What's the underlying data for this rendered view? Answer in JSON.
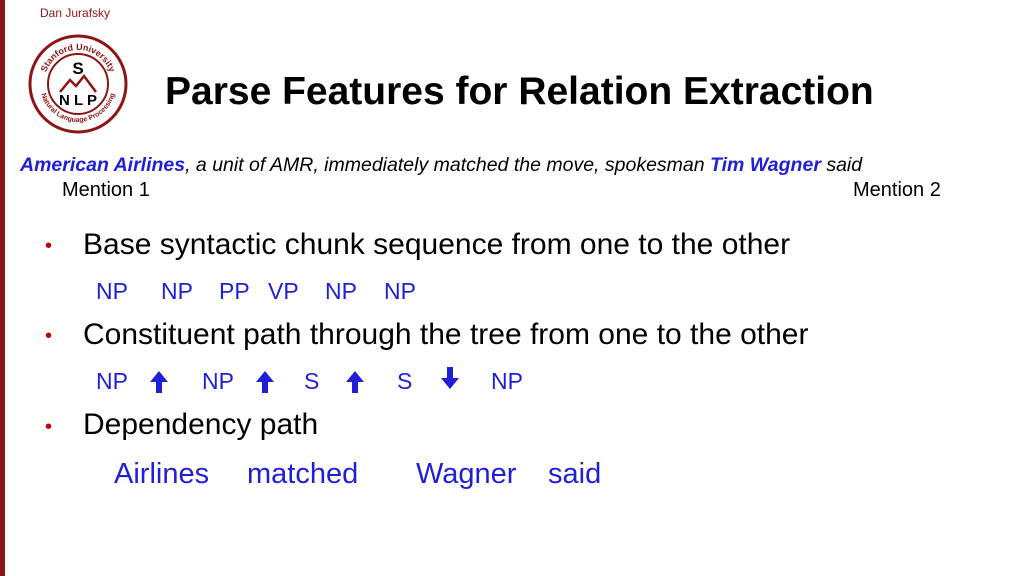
{
  "header": {
    "author": "Dan Jurafsky"
  },
  "logo": {
    "ring_text_top": "Stanford University",
    "ring_text_bottom": "Natural Language Processing",
    "center_top": "S",
    "center_bottom": "N L P",
    "color": "#8c1515"
  },
  "title": "Parse Features for Relation Extraction",
  "example": {
    "entity1": "American Airlines",
    "middle": ", a unit of AMR, immediately matched the move, spokesman ",
    "entity2": "Tim Wagner",
    "tail": " said",
    "mention1_label": "Mention 1",
    "mention2_label": "Mention 2"
  },
  "bullets": [
    {
      "text": "Base syntactic chunk sequence from one to the other",
      "tokens": [
        "NP",
        "NP",
        "PP",
        "VP",
        "NP",
        "NP"
      ]
    },
    {
      "text": "Constituent path through the tree from one to the other",
      "path": [
        "NP",
        "NP",
        "S",
        "S",
        "NP"
      ],
      "arrows": [
        "up-arrow-icon",
        "up-arrow-icon",
        "up-arrow-icon",
        "down-arrow-icon"
      ]
    },
    {
      "text": "Dependency path",
      "words": [
        "Airlines",
        "matched",
        "Wagner",
        "said"
      ]
    }
  ],
  "colors": {
    "accent": "#8c1515",
    "entity_blue": "#1f1fd6",
    "bullet_red": "#c00000"
  }
}
